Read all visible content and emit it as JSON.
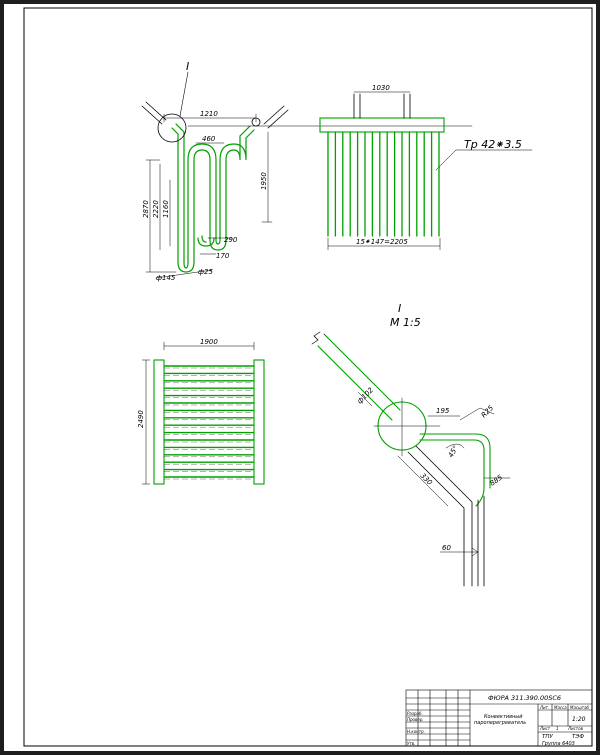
{
  "colors": {
    "background": "#1e1e1e",
    "sheet": "#ffffff",
    "pipe": "#00a000",
    "line": "#000000"
  },
  "labels": {
    "section_mark": "I",
    "tube_callout": "Тр 42⁕3.5",
    "detail_title": "I",
    "detail_scale": "М 1:5"
  },
  "dims": {
    "side_width": "1210",
    "side_loop": "460",
    "side_h1": "2870",
    "side_h2": "2220",
    "side_h3": "1160",
    "side_h4": "1950",
    "side_bottom": "290",
    "side_bottom2": "170",
    "side_d1": "ф145",
    "side_d2": "ф25",
    "front_top": "1030",
    "front_bottom": "15⁕147=2205",
    "plan_width": "1900",
    "plan_height": "2490",
    "det_d1": "ф102",
    "det_195": "195",
    "det_r": "R25",
    "det_angle": "45°",
    "det_330": "330",
    "det_885": "885",
    "det_60": "60"
  },
  "title_block": {
    "code": "ФЮРА 311.390.00SС6",
    "name_line1": "Конвективный",
    "name_line2": "пароперегреватель",
    "col_lit": "Лит.",
    "col_mass": "Масса",
    "col_scale": "Масштаб",
    "scale": "1:20",
    "sheet_label": "Лист",
    "sheets_label": "Листов",
    "sheet_num": "1",
    "org1": "ТПУ",
    "org2": "ТЭФ",
    "group": "Группа 6403",
    "row_razrab": "Разраб.",
    "row_prov": "Провер.",
    "row_nkontr": "Н.контр.",
    "row_utv": "Утв."
  }
}
